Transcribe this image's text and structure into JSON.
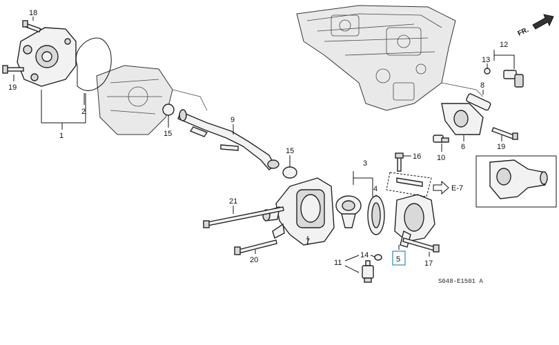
{
  "callouts": {
    "c1": "1",
    "c2": "2",
    "c3": "3",
    "c4": "4",
    "c5": "5",
    "c6": "6",
    "c7": "7",
    "c8": "8",
    "c9": "9",
    "c10": "10",
    "c11": "11",
    "c12": "12",
    "c13": "13",
    "c14": "14",
    "c15a": "15",
    "c15b": "15",
    "c16": "16",
    "c17": "17",
    "c18": "18",
    "c19a": "19",
    "c19b": "19",
    "c20": "20",
    "c21": "21"
  },
  "ref_label": "E-7",
  "front_label": "FR.",
  "diagram_code": "S048-E1501 A",
  "colors": {
    "highlight": "#3aa0c8",
    "ink": "#111111"
  }
}
